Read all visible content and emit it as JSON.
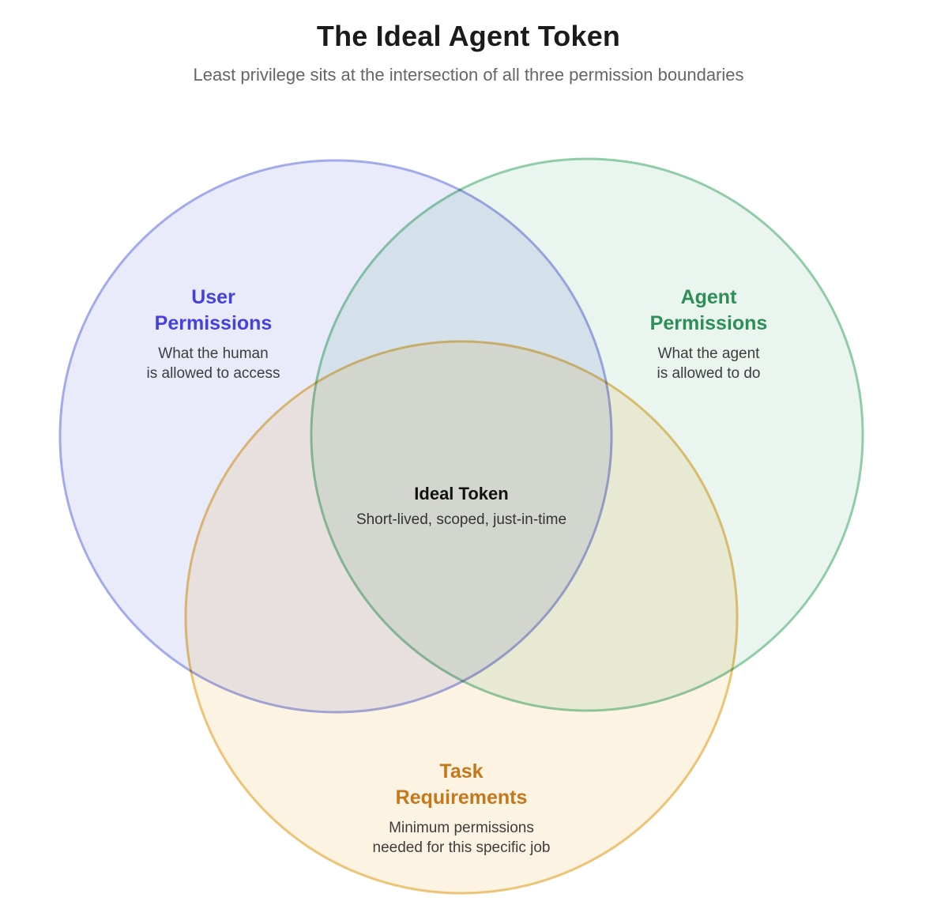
{
  "header": {
    "title": "The Ideal Agent Token",
    "subtitle": "Least privilege sits at the intersection of all three permission boundaries"
  },
  "venn": {
    "circles": [
      {
        "id": "user-permissions",
        "title_line1": "User",
        "title_line2": "Permissions",
        "desc_line1": "What the human",
        "desc_line2": "is allowed to access",
        "fill": "#e9ebfb",
        "stroke": "#a3aaec",
        "label_color": "#4540de"
      },
      {
        "id": "agent-permissions",
        "title_line1": "Agent",
        "title_line2": "Permissions",
        "desc_line1": "What the agent",
        "desc_line2": "is allowed to do",
        "fill": "#e9f5ee",
        "stroke": "#8fcda8",
        "label_color": "#2e8e58"
      },
      {
        "id": "task-requirements",
        "title_line1": "Task",
        "title_line2": "Requirements",
        "desc_line1": "Minimum permissions",
        "desc_line2": "needed for this specific job",
        "fill": "#fdf3e2",
        "stroke": "#edc475",
        "label_color": "#c5771c"
      }
    ],
    "center": {
      "title": "Ideal Token",
      "subtitle": "Short-lived, scoped, just-in-time"
    }
  }
}
